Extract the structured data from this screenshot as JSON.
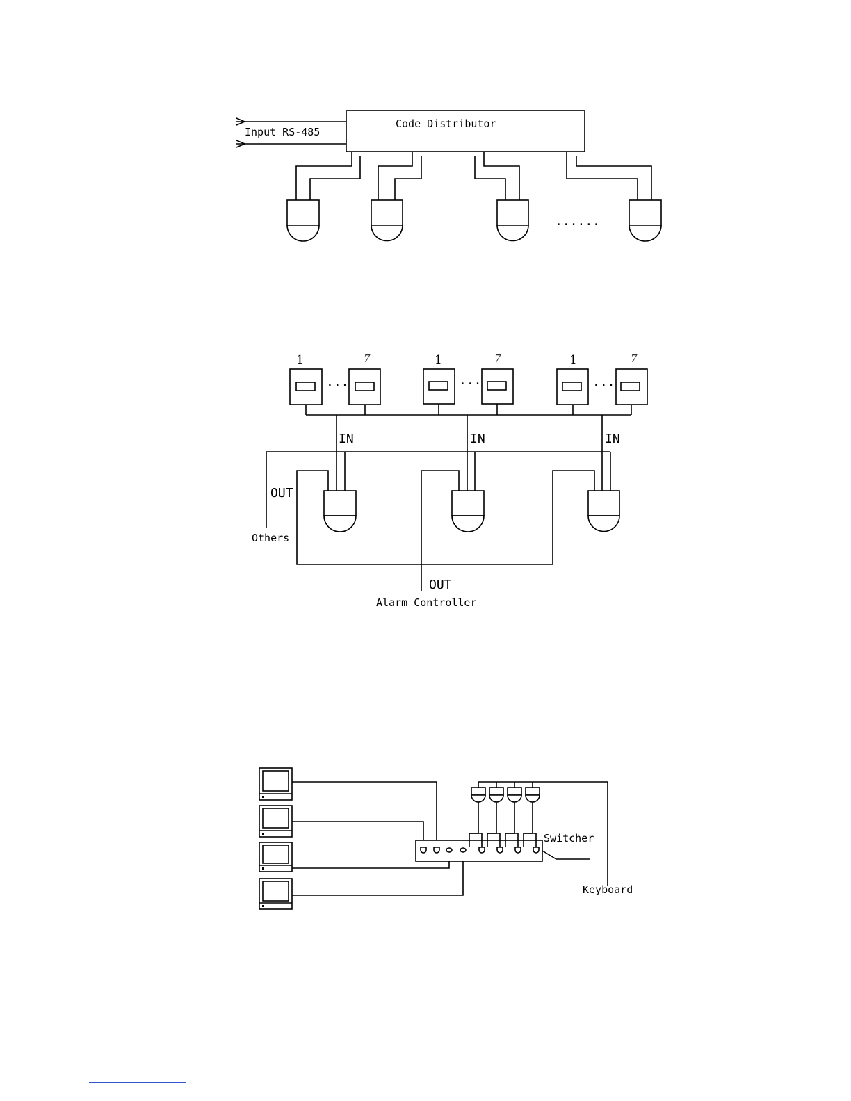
{
  "diagram1": {
    "distributor_label": "Code Distributor",
    "input_label": "Input RS-485",
    "ellipsis": "......"
  },
  "diagram2": {
    "group_first_label": "1",
    "group_last_label": "7",
    "dots": "···",
    "in_label": "IN",
    "out_label": "OUT",
    "others_label": "Others",
    "alarm_out_label": "OUT",
    "alarm_controller_label": "Alarm Controller"
  },
  "diagram3": {
    "switcher_label": "Switcher",
    "keyboard_label": "Keyboard"
  }
}
